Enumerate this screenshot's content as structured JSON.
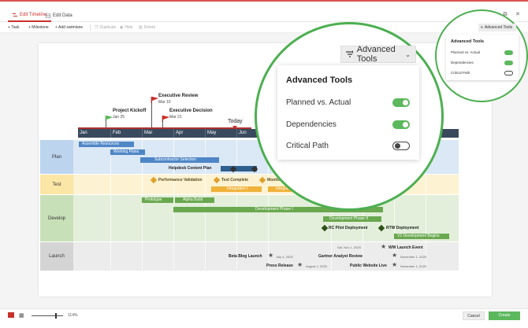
{
  "tabs": [
    {
      "label": "Edit Timeline",
      "active": true
    },
    {
      "label": "Edit Data",
      "active": false
    }
  ],
  "toolbar": {
    "task": "+ Task",
    "milestone": "+ Milestone",
    "swimlane": "+ Add swimlane",
    "duplicate": "Duplicate",
    "hide": "Hide",
    "delete": "Delete"
  },
  "advanced_tools_label": "Advanced Tools",
  "advanced_panel": {
    "title": "Advanced Tools",
    "options": [
      {
        "label": "Planned vs. Actual",
        "on": true
      },
      {
        "label": "Dependencies",
        "on": true
      },
      {
        "label": "Critical Path",
        "on": false
      }
    ]
  },
  "milestones_top": [
    {
      "title": "Project Kickoff",
      "date": "Jan 25",
      "color": "#5cb85c"
    },
    {
      "title": "Executive Review",
      "date": "Mar 10",
      "color": "#c9302c"
    },
    {
      "title": "Executive Decision",
      "date": "Mar 21",
      "color": "#c9302c"
    }
  ],
  "today_label": "Today",
  "months": [
    "Jan",
    "Feb",
    "Mar",
    "Apr",
    "May",
    "Jun"
  ],
  "lanes": [
    {
      "name": "Plan",
      "color": "#dbe8f5",
      "label_bg": "#bcd4ee"
    },
    {
      "name": "Test",
      "color": "#fdf3d3",
      "label_bg": "#fbe6a6"
    },
    {
      "name": "Develop",
      "color": "#e3efdb",
      "label_bg": "#c8e0b8"
    },
    {
      "name": "Launch",
      "color": "#ececec",
      "label_bg": "#d4d4d4"
    }
  ],
  "plan": {
    "assemble": "Assemble Resources",
    "working": "Working Plans",
    "subcontractor": "Subcontractor Selection",
    "helpdesk": "Helpdesk Content Plan"
  },
  "test": {
    "perf": "Performance Validation",
    "complete": "Test Complete",
    "monitor": "Monito",
    "integration1": "Integration I",
    "integration2": "Integra"
  },
  "develop": {
    "prototype": "Prototype",
    "alpha": "Alpha Build",
    "phase1": "Development Phase I",
    "phase2": "Development Phase II",
    "rc": "RC Pilot Deployment",
    "rtw": "RTW Deployment",
    "v2": "V2 Development Begins"
  },
  "launch": {
    "ww": {
      "date": "Sat, Nov 1, 2025",
      "title": "WW Launch Event"
    },
    "gartner": {
      "title": "Gartner Analyst Review",
      "date": "November 1, 2025"
    },
    "beta": {
      "title": "Beta Blog Launch",
      "date": "July 4, 2025"
    },
    "public": {
      "title": "Public Website Live",
      "date": "November 1, 2025"
    },
    "press": {
      "title": "Press Release",
      "date": "August 2, 2025"
    }
  },
  "bottom": {
    "zoom": "114%",
    "cancel": "Cancel",
    "create": "Create"
  }
}
